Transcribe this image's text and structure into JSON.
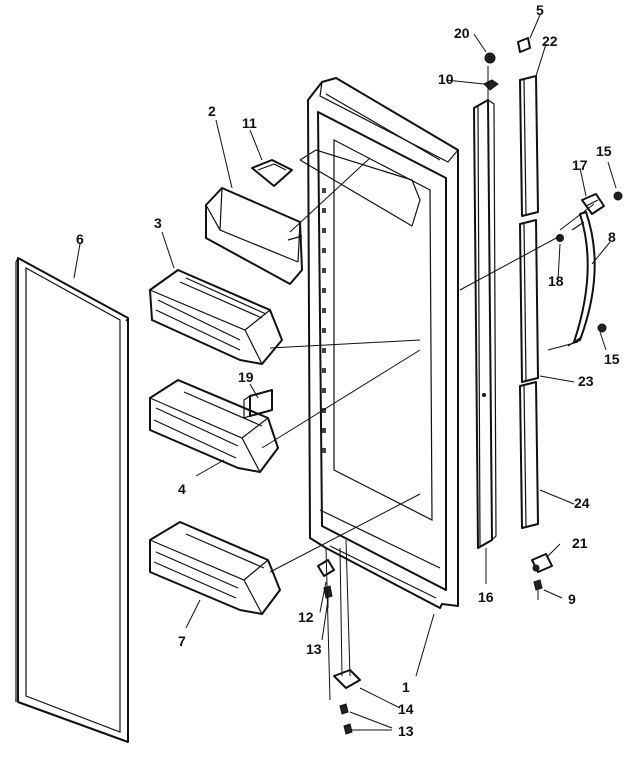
{
  "callouts": [
    {
      "id": "1",
      "text": "1"
    },
    {
      "id": "2",
      "text": "2"
    },
    {
      "id": "3",
      "text": "3"
    },
    {
      "id": "4",
      "text": "4"
    },
    {
      "id": "5",
      "text": "5"
    },
    {
      "id": "6",
      "text": "6"
    },
    {
      "id": "7",
      "text": "7"
    },
    {
      "id": "8",
      "text": "8"
    },
    {
      "id": "9",
      "text": "9"
    },
    {
      "id": "10",
      "text": "10"
    },
    {
      "id": "11",
      "text": "11"
    },
    {
      "id": "12",
      "text": "12"
    },
    {
      "id": "13a",
      "text": "13"
    },
    {
      "id": "13b",
      "text": "13"
    },
    {
      "id": "14",
      "text": "14"
    },
    {
      "id": "15a",
      "text": "15"
    },
    {
      "id": "15b",
      "text": "15"
    },
    {
      "id": "16",
      "text": "16"
    },
    {
      "id": "17",
      "text": "17"
    },
    {
      "id": "18",
      "text": "18"
    },
    {
      "id": "19",
      "text": "19"
    },
    {
      "id": "20",
      "text": "20"
    },
    {
      "id": "21",
      "text": "21"
    },
    {
      "id": "22",
      "text": "22"
    },
    {
      "id": "23",
      "text": "23"
    },
    {
      "id": "24",
      "text": "24"
    }
  ]
}
